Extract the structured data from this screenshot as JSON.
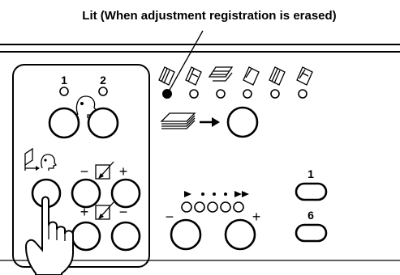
{
  "caption": "Lit (When adjustment registration is erased)",
  "memory_labels": {
    "one": "1",
    "two": "2"
  },
  "signs": {
    "minus": "−",
    "plus": "+"
  },
  "right_labels": {
    "top": "1",
    "bottom": "6"
  },
  "indicator_states": {
    "lit": "on",
    "others": "off"
  },
  "colors": {
    "ink": "#000000",
    "background": "#ffffff"
  }
}
